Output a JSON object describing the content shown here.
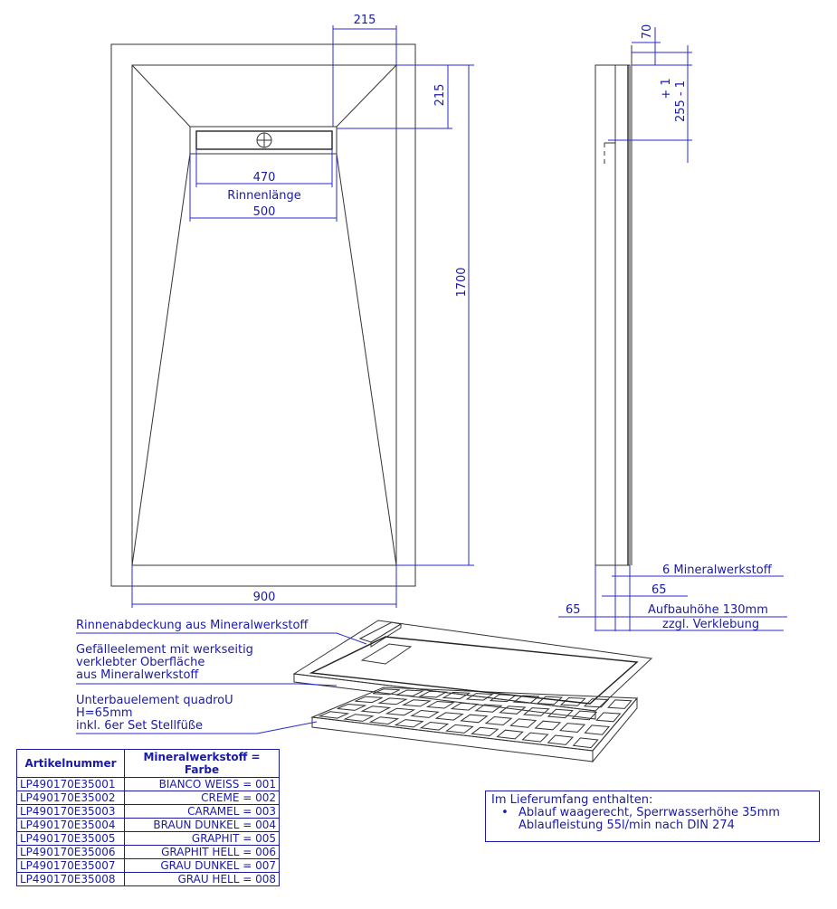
{
  "dimensions": {
    "gutter_offset_top": "215",
    "gutter_offset_side": "215",
    "gutter_cover_length": "470",
    "gutter_label": "Rinnenlänge",
    "gutter_length": "500",
    "total_length": "1700",
    "total_width": "900",
    "side_top": "70",
    "side_drain_height": "255 - 1",
    "side_tolerance": "+ 1",
    "material_thickness": "6 Mineralwerkstoff",
    "sub_height_1": "65",
    "sub_height_2": "65",
    "build_height": "Aufbauhöhe 130mm",
    "adhesive_note": "zzgl. Verklebung"
  },
  "callouts": {
    "cover": "Rinnenabdeckung aus Mineralwerkstoff",
    "slope_1": "Gefälleelement mit werkseitig",
    "slope_2": "verklebter Oberfläche",
    "slope_3": "aus Mineralwerkstoff",
    "base_1": "Unterbauelement quadroU",
    "base_2": "H=65mm",
    "base_3": "inkl. 6er Set Stellfüße"
  },
  "table": {
    "header_article": "Artikelnummer",
    "header_material": "Mineralwerkstoff = Farbe",
    "rows": [
      {
        "article": "LP490170E35001",
        "color": "BIANCO WEISS = 001"
      },
      {
        "article": "LP490170E35002",
        "color": "CREME = 002"
      },
      {
        "article": "LP490170E35003",
        "color": "CARAMEL = 003"
      },
      {
        "article": "LP490170E35004",
        "color": "BRAUN DUNKEL = 004"
      },
      {
        "article": "LP490170E35005",
        "color": "GRAPHIT = 005"
      },
      {
        "article": "LP490170E35006",
        "color": "GRAPHIT HELL = 006"
      },
      {
        "article": "LP490170E35007",
        "color": "GRAU DUNKEL = 007"
      },
      {
        "article": "LP490170E35008",
        "color": "GRAU HELL = 008"
      }
    ]
  },
  "scope": {
    "title": "Im Lieferumfang enthalten:",
    "bullet": "•",
    "line_1": "Ablauf waagerecht, Sperrwasserhöhe 35mm",
    "line_2": "Ablaufleistung 55l/min nach DIN 274"
  },
  "colors": {
    "dimension_blue": "#1a1aa6",
    "line_blue": "#2a2ad4",
    "outline": "#333333"
  },
  "icons": [
    "drain-crosshair-icon"
  ]
}
